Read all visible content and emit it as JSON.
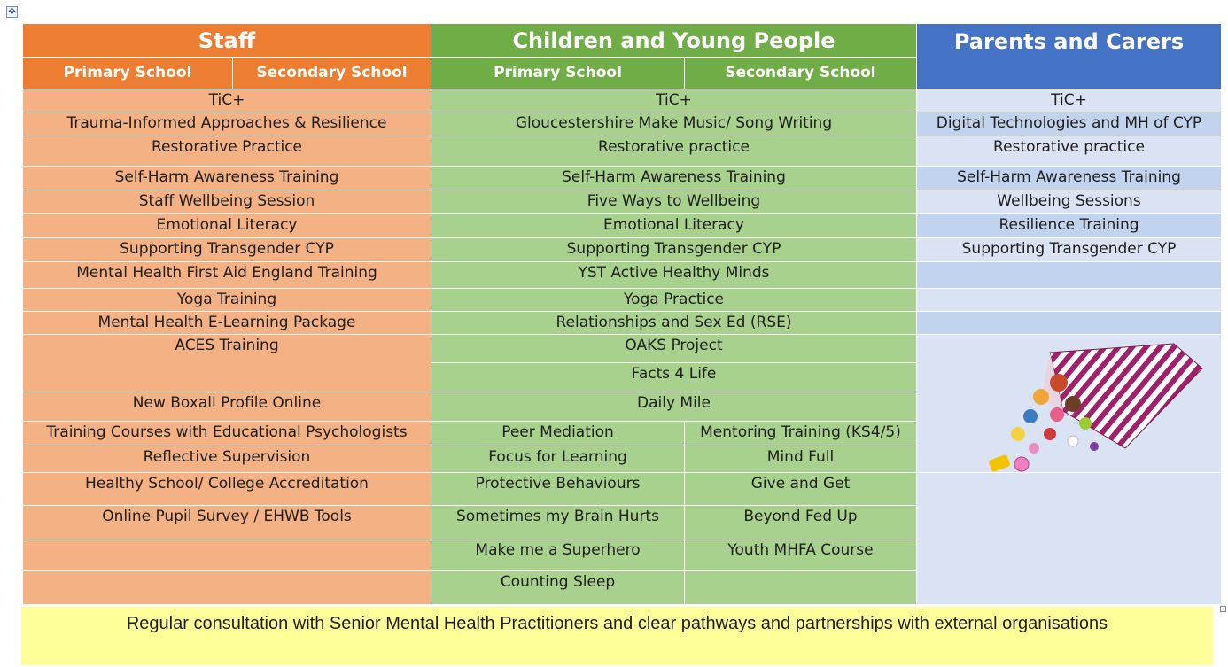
{
  "headers": {
    "staff": "Staff",
    "cyp": "Children and Young People",
    "parents": "Parents and Carers"
  },
  "subheaders": {
    "staff_primary": "Primary School",
    "staff_secondary": "Secondary School",
    "cyp_primary": "Primary School",
    "cyp_secondary": "Secondary School"
  },
  "rows": [
    {
      "staff": "TiC+",
      "cyp": "TiC+",
      "parents": "TiC+"
    },
    {
      "staff": "Trauma-Informed Approaches & Resilience",
      "cyp": "Gloucestershire Make Music/ Song Writing",
      "parents": "Digital Technologies and MH of CYP"
    },
    {
      "staff": "Restorative Practice",
      "cyp": "Restorative practice",
      "parents": "Restorative practice"
    },
    {
      "staff": "Self-Harm Awareness Training",
      "cyp": "Self-Harm Awareness Training",
      "parents": "Self-Harm Awareness Training"
    },
    {
      "staff": "Staff Wellbeing Session",
      "cyp": "Five Ways to Wellbeing",
      "parents": "Wellbeing Sessions"
    },
    {
      "staff": "Emotional Literacy",
      "cyp": "Emotional Literacy",
      "parents": "Resilience Training"
    },
    {
      "staff": "Supporting Transgender CYP",
      "cyp": "Supporting Transgender CYP",
      "parents": "Supporting Transgender CYP"
    },
    {
      "staff": "Mental Health First Aid England Training",
      "cyp": "YST Active Healthy Minds",
      "parents": ""
    },
    {
      "staff": "Yoga Training",
      "cyp": "Yoga Practice",
      "parents": ""
    },
    {
      "staff": "Mental Health E-Learning Package",
      "cyp": "Relationships and Sex Ed (RSE)",
      "parents": ""
    },
    {
      "staff": "ACES Training",
      "cyp": "OAKS Project"
    },
    {
      "cyp": "Facts 4 Life"
    },
    {
      "staff": "New Boxall Profile Online",
      "cyp": "Daily Mile"
    },
    {
      "staff": "Training Courses with Educational Psychologists",
      "cyp_primary": "Peer Mediation",
      "cyp_secondary": "Mentoring Training (KS4/5)"
    },
    {
      "staff": "Reflective Supervision",
      "cyp_primary": "Focus for Learning",
      "cyp_secondary": "Mind Full"
    },
    {
      "staff": "Healthy School/ College Accreditation",
      "cyp_primary": "Protective Behaviours",
      "cyp_secondary": "Give and Get"
    },
    {
      "staff": "Online Pupil Survey / EHWB Tools",
      "cyp_primary": "Sometimes my Brain Hurts",
      "cyp_secondary": "Beyond Fed Up"
    },
    {
      "staff": "",
      "cyp_primary": "Make me a Superhero",
      "cyp_secondary": "Youth MHFA Course"
    },
    {
      "staff": "",
      "cyp_primary": "Counting Sleep",
      "cyp_secondary": ""
    }
  ],
  "footer": "Regular consultation with Senior Mental Health Practitioners and clear pathways and partnerships with external organisations",
  "colors": {
    "staff_header": "#ed7d31",
    "staff_cell": "#f4b183",
    "cyp_header": "#70ad47",
    "cyp_cell": "#a9d18e",
    "parents_header": "#4472c4",
    "parents_cell": "#dae3f3",
    "footer_bg": "#ffff99"
  },
  "images": {
    "top": "sweets-bag-illustration",
    "bottom": "sweet-jars-illustration"
  }
}
